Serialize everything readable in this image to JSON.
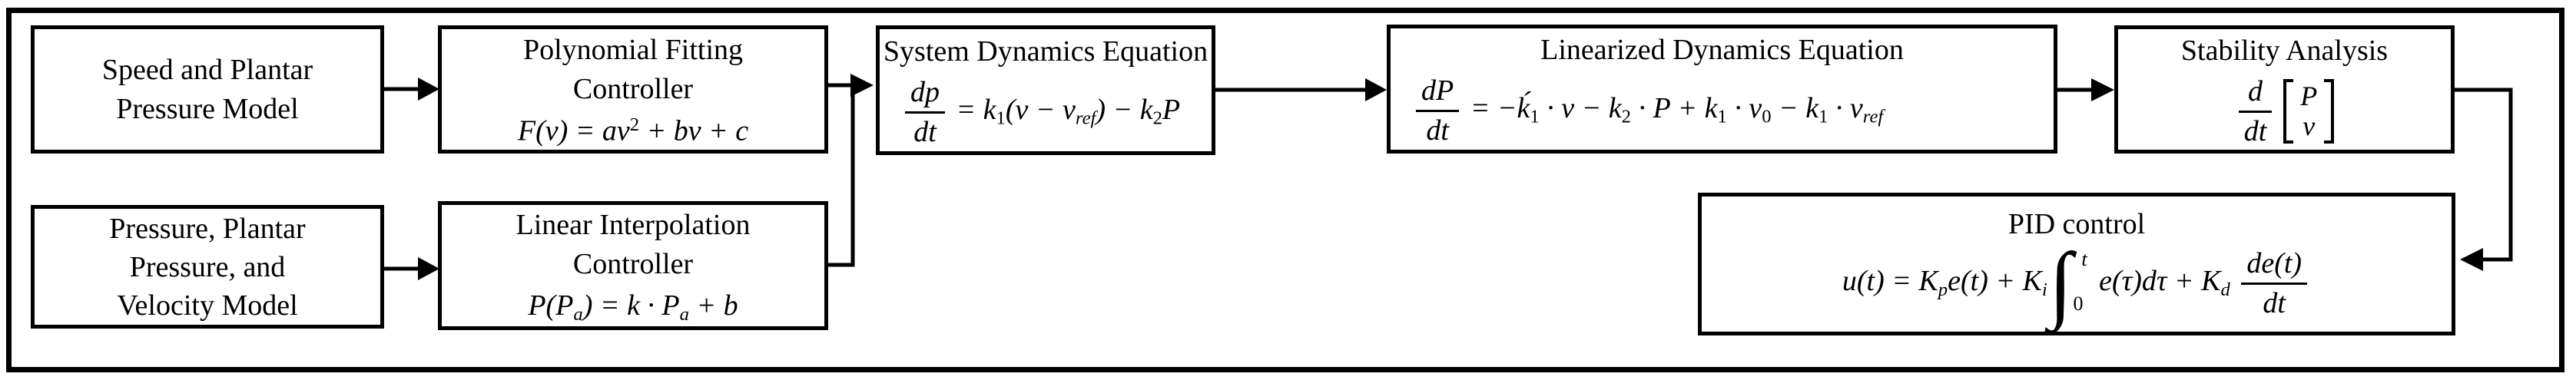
{
  "diagram": {
    "background_color": "#ffffff",
    "line_color": "#000000",
    "boxes": {
      "speed_model": {
        "title_lines": [
          "Speed and Plantar",
          "Pressure Model"
        ]
      },
      "poly_controller": {
        "title_lines": [
          "Polynomial Fitting",
          "Controller"
        ],
        "formula": [
          {
            "t": "txt",
            "v": "F(v) = av"
          },
          {
            "t": "sup",
            "v": "2"
          },
          {
            "t": "txt",
            "v": " + bv + c"
          }
        ]
      },
      "system_dynamics": {
        "title": "System Dynamics Equation",
        "formula": [
          {
            "t": "frac",
            "num": "dp",
            "den": "dt"
          },
          {
            "t": "txt",
            "v": " = k"
          },
          {
            "t": "sub",
            "v": "1"
          },
          {
            "t": "txt",
            "v": "(v − v"
          },
          {
            "t": "sub",
            "v": "ref",
            "it": true
          },
          {
            "t": "txt",
            "v": ") − k"
          },
          {
            "t": "sub",
            "v": "2"
          },
          {
            "t": "txt",
            "v": "P"
          }
        ]
      },
      "linearized_dynamics": {
        "title": "Linearized Dynamics Equation",
        "formula": [
          {
            "t": "frac",
            "num": "dP",
            "den": "dt"
          },
          {
            "t": "txt",
            "v": " = −ḱ"
          },
          {
            "t": "sub",
            "v": "1"
          },
          {
            "t": "txt",
            "v": " · v − k"
          },
          {
            "t": "sub",
            "v": "2"
          },
          {
            "t": "txt",
            "v": " · P + k"
          },
          {
            "t": "sub",
            "v": "1"
          },
          {
            "t": "txt",
            "v": " · v"
          },
          {
            "t": "sub",
            "v": "0"
          },
          {
            "t": "txt",
            "v": " − k"
          },
          {
            "t": "sub",
            "v": "1"
          },
          {
            "t": "txt",
            "v": " · v"
          },
          {
            "t": "sub",
            "v": "ref",
            "it": true
          }
        ]
      },
      "stability": {
        "title": "Stability Analysis",
        "formula": [
          {
            "t": "frac",
            "num": "d",
            "den": "dt"
          },
          {
            "t": "vec",
            "top": "P",
            "bot": "v"
          }
        ]
      },
      "pressure_model": {
        "title_lines": [
          "Pressure, Plantar",
          "Pressure, and",
          "Velocity Model"
        ]
      },
      "linear_interp": {
        "title_lines": [
          "Linear Interpolation",
          "Controller"
        ],
        "formula": [
          {
            "t": "txt",
            "v": "P(P"
          },
          {
            "t": "sub",
            "v": "a",
            "it": true
          },
          {
            "t": "txt",
            "v": ") = k · P"
          },
          {
            "t": "sub",
            "v": "a",
            "it": true
          },
          {
            "t": "txt",
            "v": " + b"
          }
        ]
      },
      "pid": {
        "title": "PID control",
        "formula": [
          {
            "t": "txt",
            "v": "u(t) = K"
          },
          {
            "t": "sub",
            "v": "p",
            "it": true
          },
          {
            "t": "txt",
            "v": "e(t) + K"
          },
          {
            "t": "sub",
            "v": "i",
            "it": true
          },
          {
            "t": "int",
            "glyph": "∫",
            "sup": "t",
            "sub": "0"
          },
          {
            "t": "txt",
            "v": " e(τ)dτ + K"
          },
          {
            "t": "sub",
            "v": "d",
            "it": true
          },
          {
            "t": "txt",
            "v": " "
          },
          {
            "t": "frac",
            "num": "de(t)",
            "den": "dt"
          }
        ]
      }
    }
  }
}
